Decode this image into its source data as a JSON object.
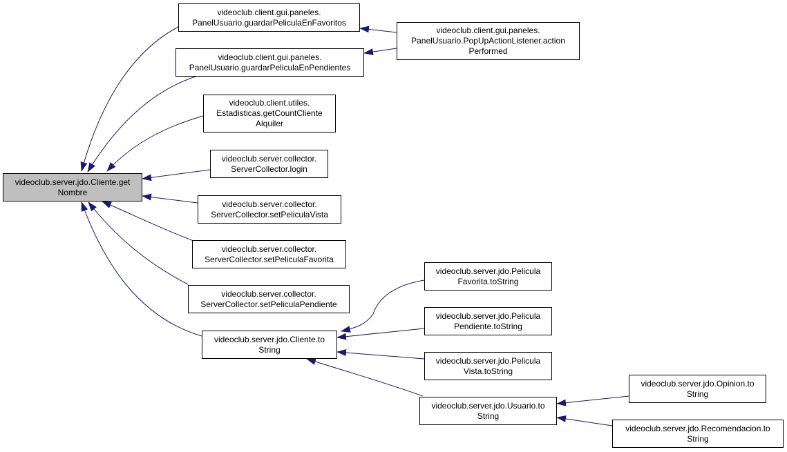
{
  "colors": {
    "edge": "#191970",
    "root_fill": "#bfbfbf",
    "node_fill": "#ffffff",
    "border": "#000000"
  },
  "nodes": {
    "root": [
      "videoclub.server.jdo.Cliente.get",
      "Nombre"
    ],
    "guardar_favoritos": [
      "videoclub.client.gui.paneles.",
      "PanelUsuario.guardarPeliculaEnFavoritos"
    ],
    "guardar_pendientes": [
      "videoclub.client.gui.paneles.",
      "PanelUsuario.guardarPeliculaEnPendientes"
    ],
    "popup_listener": [
      "videoclub.client.gui.paneles.",
      "PanelUsuario.PopUpActionListener.action",
      "Performed"
    ],
    "estadisticas": [
      "videoclub.client.utiles.",
      "Estadisticas.getCountCliente",
      "Alquiler"
    ],
    "login": [
      "videoclub.server.collector.",
      "ServerCollector.login"
    ],
    "set_vista": [
      "videoclub.server.collector.",
      "ServerCollector.setPeliculaVista"
    ],
    "set_favorita": [
      "videoclub.server.collector.",
      "ServerCollector.setPeliculaFavorita"
    ],
    "set_pendiente": [
      "videoclub.server.collector.",
      "ServerCollector.setPeliculaPendiente"
    ],
    "cliente_tostring": [
      "videoclub.server.jdo.Cliente.to",
      "String"
    ],
    "favorita_tostring": [
      "videoclub.server.jdo.Pelicula",
      "Favorita.toString"
    ],
    "pendiente_tostring": [
      "videoclub.server.jdo.Pelicula",
      "Pendiente.toString"
    ],
    "vista_tostring": [
      "videoclub.server.jdo.Pelicula",
      "Vista.toString"
    ],
    "usuario_tostring": [
      "videoclub.server.jdo.Usuario.to",
      "String"
    ],
    "opinion_tostring": [
      "videoclub.server.jdo.Opinion.to",
      "String"
    ],
    "recomendacion_tostring": [
      "videoclub.server.jdo.Recomendacion.to",
      "String"
    ]
  },
  "edges": [
    {
      "from": "guardar_favoritos",
      "to": "root"
    },
    {
      "from": "guardar_pendientes",
      "to": "root"
    },
    {
      "from": "estadisticas",
      "to": "root"
    },
    {
      "from": "login",
      "to": "root"
    },
    {
      "from": "set_vista",
      "to": "root"
    },
    {
      "from": "set_favorita",
      "to": "root"
    },
    {
      "from": "set_pendiente",
      "to": "root"
    },
    {
      "from": "cliente_tostring",
      "to": "root"
    },
    {
      "from": "popup_listener",
      "to": "guardar_favoritos"
    },
    {
      "from": "popup_listener",
      "to": "guardar_pendientes"
    },
    {
      "from": "favorita_tostring",
      "to": "cliente_tostring"
    },
    {
      "from": "pendiente_tostring",
      "to": "cliente_tostring"
    },
    {
      "from": "vista_tostring",
      "to": "cliente_tostring"
    },
    {
      "from": "usuario_tostring",
      "to": "cliente_tostring"
    },
    {
      "from": "opinion_tostring",
      "to": "usuario_tostring"
    },
    {
      "from": "recomendacion_tostring",
      "to": "usuario_tostring"
    }
  ]
}
